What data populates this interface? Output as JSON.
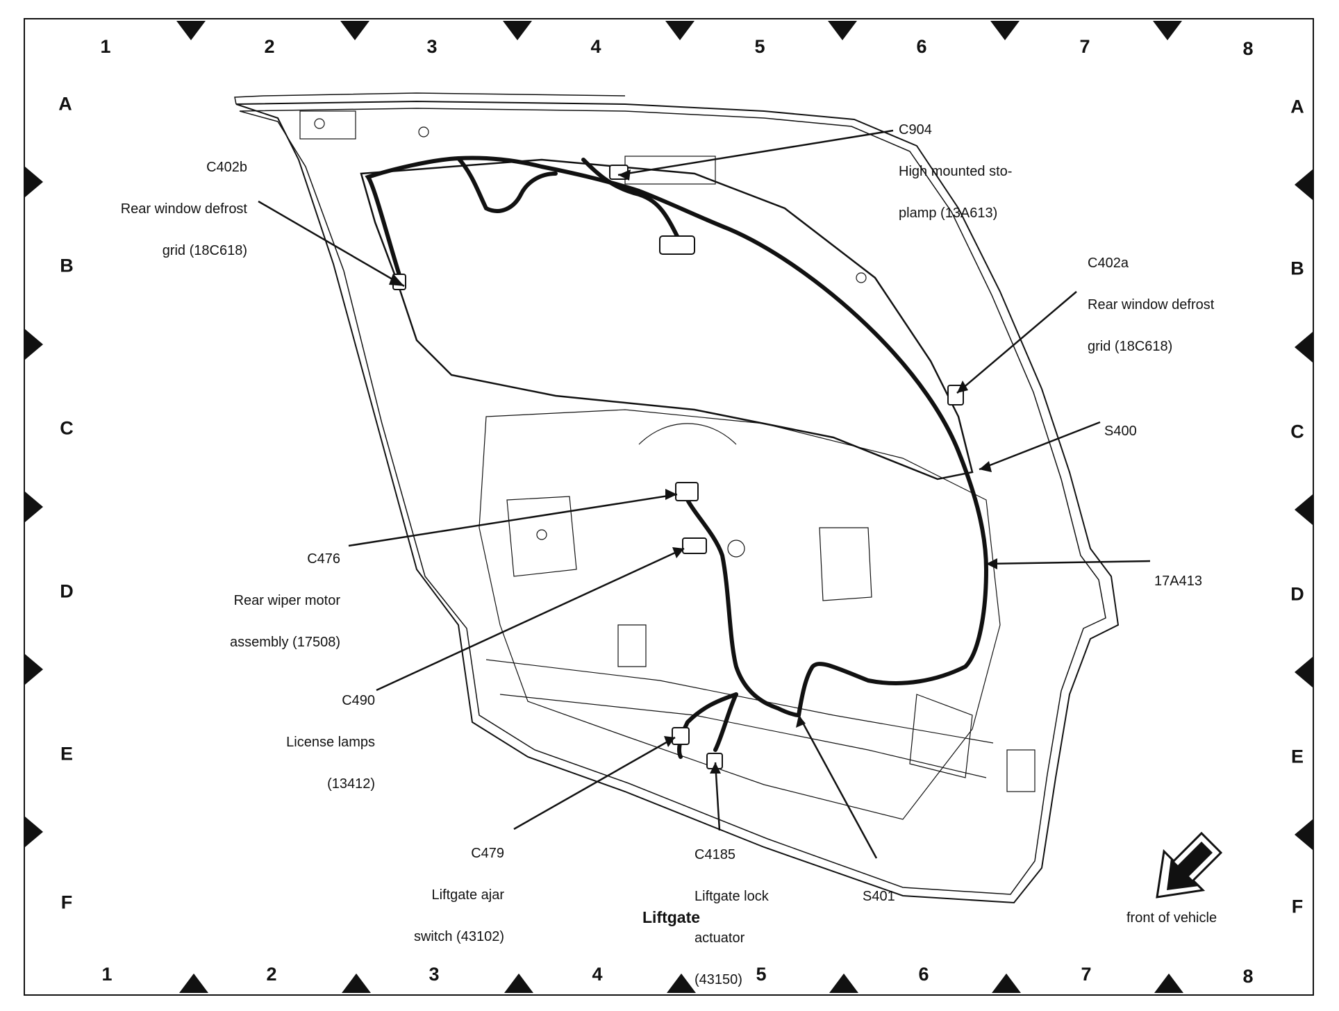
{
  "grid": {
    "columns": [
      "1",
      "2",
      "3",
      "4",
      "5",
      "6",
      "7",
      "8"
    ],
    "rows": [
      "A",
      "B",
      "C",
      "D",
      "E",
      "F"
    ]
  },
  "callouts": {
    "c402b": {
      "id": "C402b",
      "lines": [
        "Rear window defrost",
        "grid (18C618)"
      ]
    },
    "c904": {
      "id": "C904",
      "lines": [
        "High mounted sto-",
        "plamp (13A613)"
      ]
    },
    "c402a": {
      "id": "C402a",
      "lines": [
        "Rear window defrost",
        "grid (18C618)"
      ]
    },
    "s400": {
      "id": "S400",
      "lines": []
    },
    "c476": {
      "id": "C476",
      "lines": [
        "Rear wiper motor",
        "assembly (17508)"
      ]
    },
    "harness": {
      "id": "17A413",
      "lines": []
    },
    "c490": {
      "id": "C490",
      "lines": [
        "License lamps",
        "(13412)"
      ]
    },
    "c479": {
      "id": "C479",
      "lines": [
        "Liftgate ajar",
        "switch (43102)"
      ]
    },
    "c4185": {
      "id": "C4185",
      "lines": [
        "Liftgate lock",
        "actuator",
        "(43150)"
      ]
    },
    "s401": {
      "id": "S401",
      "lines": []
    }
  },
  "caption": "Liftgate",
  "front_indicator": {
    "label": "front of vehicle",
    "icon": "arrow-down-left-icon"
  },
  "colors": {
    "line": "#111111",
    "background": "#ffffff"
  }
}
